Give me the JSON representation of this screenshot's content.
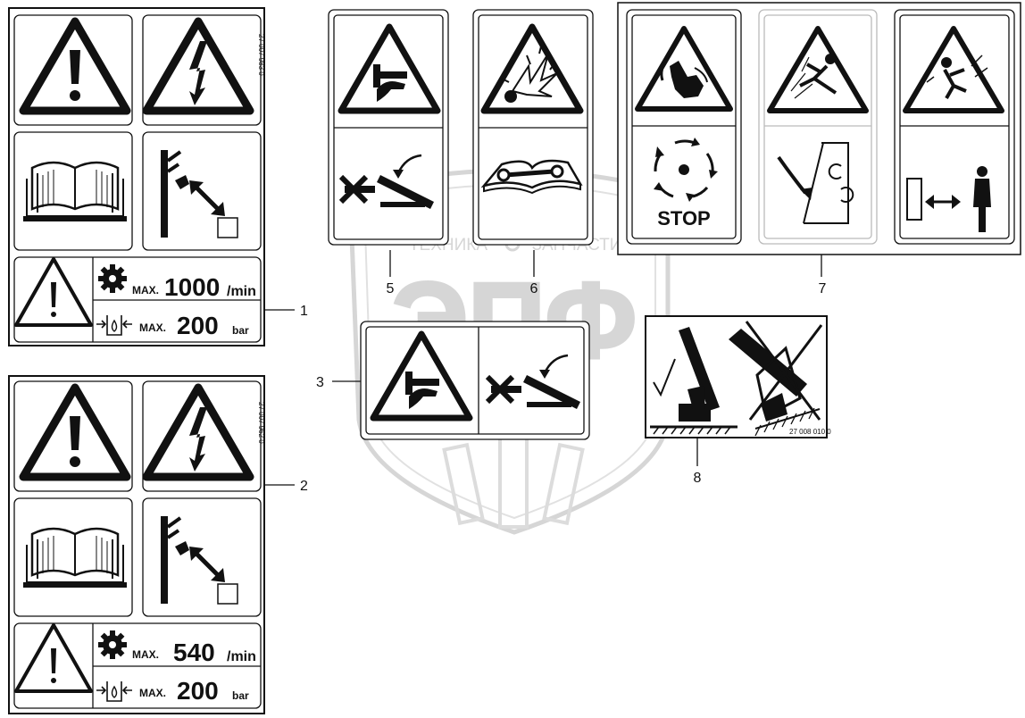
{
  "watermark": {
    "brand": "ЭПФ",
    "left_word": "ТЕХНИКА",
    "right_word": "ЗАПЧАСТИ"
  },
  "callouts": [
    "1",
    "2",
    "3",
    "5",
    "6",
    "7",
    "8"
  ],
  "decal_1": {
    "part_number": "27 007 983 0",
    "speed_prefix": "MAX.",
    "speed_value": "1000",
    "speed_unit": "/min",
    "pressure_prefix": "MAX.",
    "pressure_value": "200",
    "pressure_unit": "bar"
  },
  "decal_2": {
    "part_number": "27 007 962 0",
    "speed_prefix": "MAX.",
    "speed_value": "540",
    "speed_unit": "/min",
    "pressure_prefix": "MAX.",
    "pressure_value": "200",
    "pressure_unit": "bar"
  },
  "decal_7": {
    "stop_text": "STOP"
  },
  "decal_8": {
    "part_number": "27 008 010 0"
  },
  "icons": [
    "warning-triangle-icon",
    "electric-shock-icon",
    "manual-book-icon",
    "power-line-distance-icon",
    "pto-gear-icon",
    "hydraulic-pressure-icon",
    "hand-crush-icon",
    "explosion-icon",
    "tool-manual-icon",
    "rotating-parts-icon",
    "falling-person-icon",
    "safe-distance-icon"
  ]
}
